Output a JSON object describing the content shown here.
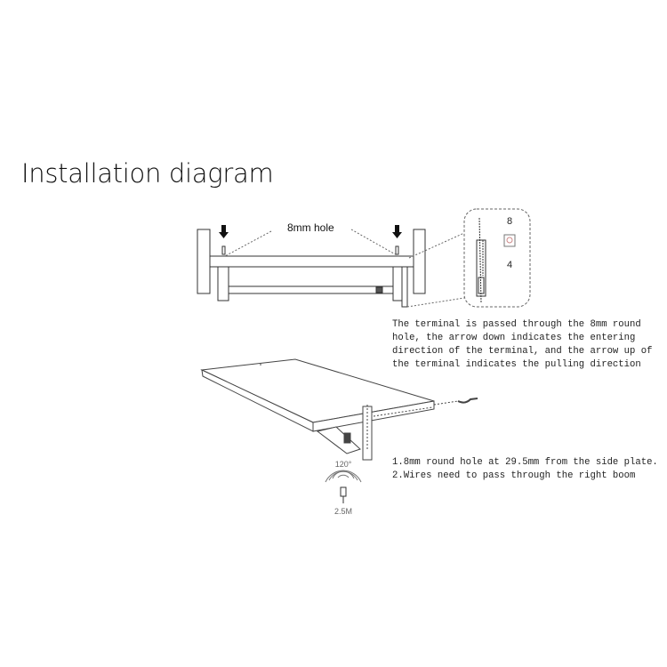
{
  "title": "Installation diagram",
  "top_diagram": {
    "hole_label": "8mm hole",
    "detail_top": "8",
    "detail_bottom": "4"
  },
  "description_lines": [
    "The terminal is passed through the 8mm round",
    "hole, the arrow down indicates the entering",
    "direction of the terminal, and the arrow up of",
    "the terminal indicates the pulling direction"
  ],
  "sensor": {
    "angle": "120°",
    "range": "2.5M"
  },
  "notes": [
    "1.8mm round hole at 29.5mm from the side plate.",
    "2.Wires need to pass through the right boom"
  ]
}
